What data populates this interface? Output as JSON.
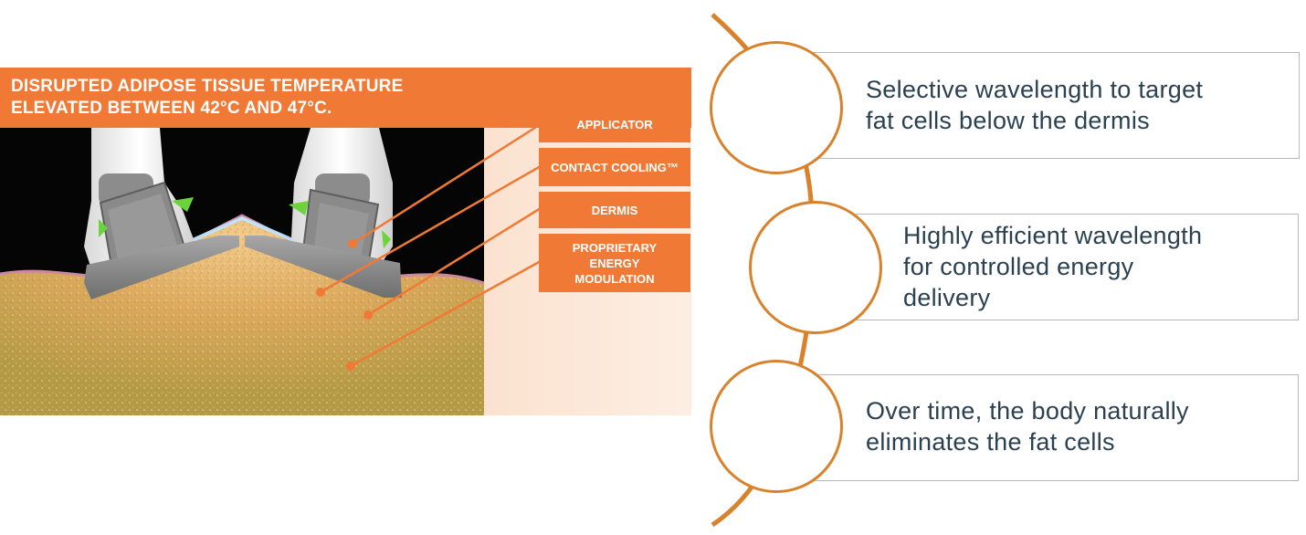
{
  "illustration": {
    "banner": {
      "line1": "DISRUPTED ADIPOSE TISSUE TEMPERATURE",
      "line2": "ELEVATED BETWEEN 42°C AND 47°C."
    },
    "labels": {
      "applicator": "APPLICATOR",
      "contact_cooling": "CONTACT COOLING™",
      "dermis": "DERMIS",
      "proprietary_line1": "PROPRIETARY",
      "proprietary_line2": "ENERGY",
      "proprietary_line3": "MODULATION"
    },
    "colors": {
      "accent_orange": "#f07a35",
      "fat_tissue": "#e0a860",
      "cooling_glow": "#9fd6ff"
    }
  },
  "benefits": [
    {
      "line1": "Selective wavelength to target",
      "line2": "fat cells below the dermis"
    },
    {
      "line1": "Highly efficient wavelength",
      "line2": "for controlled energy",
      "line3": "delivery"
    },
    {
      "line1": "Over time, the body naturally",
      "line2": "eliminates the fat cells"
    }
  ],
  "timeline_color": "#d9812b",
  "text_color": "#2b4150"
}
